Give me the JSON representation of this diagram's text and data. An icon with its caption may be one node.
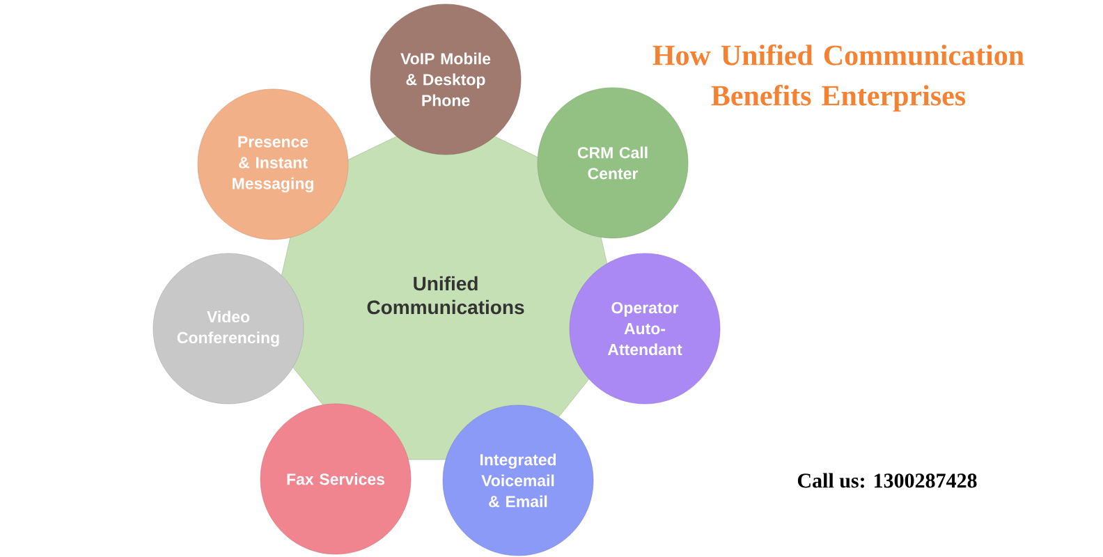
{
  "diagram": {
    "title": "How Unified Communication Benefits Enterprises",
    "nodes": [
      {
        "text": [
          "Unified Communications"
        ]
      },
      {
        "text": [
          "VoIP Mobile & Desktop Phone"
        ]
      },
      {
        "text": [
          "CRM Call Center"
        ]
      },
      {
        "text": [
          "Operator Auto-Attendant"
        ]
      },
      {
        "text": [
          "Integrated Voicemail & Email"
        ]
      },
      {
        "text": [
          "Fax Services"
        ]
      },
      {
        "text": [
          "Video Conferencing"
        ]
      },
      {
        "text": [
          "Presence & Instant Messaging"
        ]
      }
    ],
    "labels": [
      "Call us: 1300287428"
    ]
  }
}
